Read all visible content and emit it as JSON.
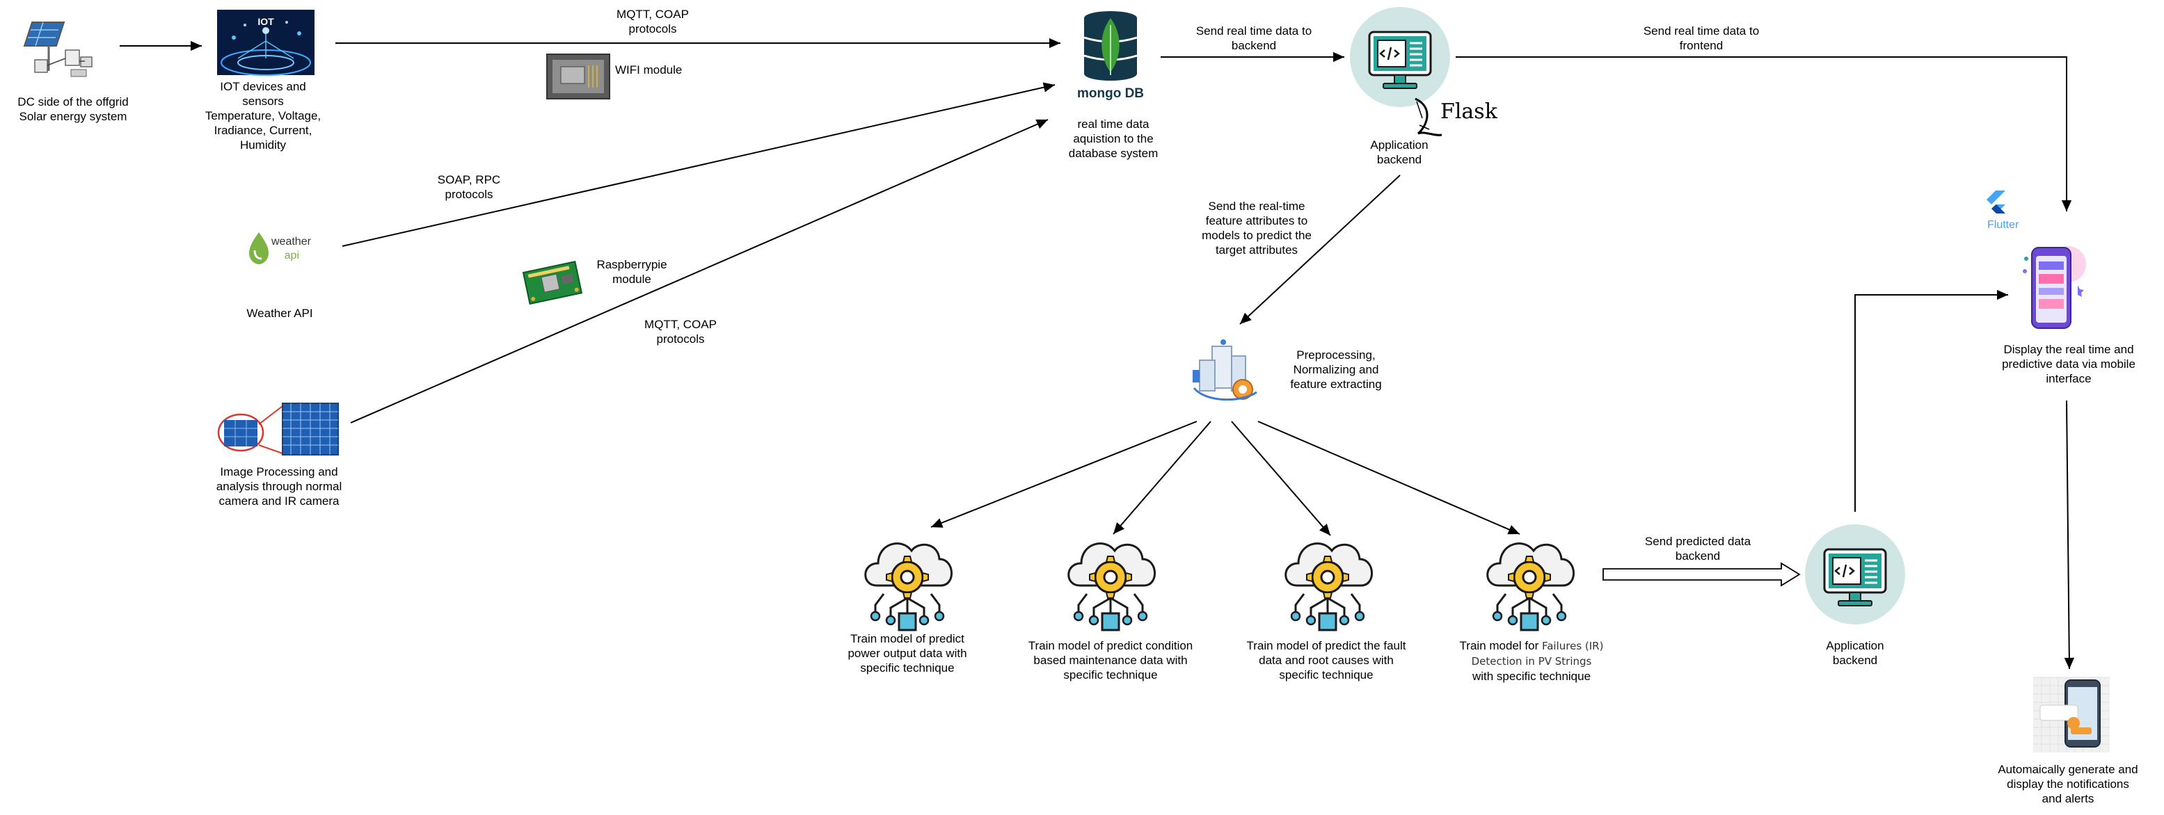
{
  "nodes": {
    "solar": {
      "label": "DC side of the offgrid\nSolar energy system",
      "icon": "solar-panel-icon"
    },
    "iot": {
      "label": "IOT devices and\nsensors\nTemperature, Voltage,\nIradiance, Current,\nHumidity",
      "icon": "iot-network-icon",
      "badge": "IOT"
    },
    "mongodb": {
      "label": "real time data\naquistion to the\ndatabase system",
      "icon": "mongodb-icon",
      "logo_text": "mongo DB"
    },
    "flask_backend": {
      "label": "Application\nbackend",
      "icon": "monitor-code-icon",
      "logo_text": "Flask"
    },
    "weather_api": {
      "label": "Weather API",
      "icon": "weather-api-logo",
      "logo_text_1": "weather",
      "logo_text_2": "api"
    },
    "raspberry": {
      "icon": "raspberry-pi-board-icon"
    },
    "wifi_module": {
      "icon": "wifi-module-icon"
    },
    "image_processing": {
      "label": "Image Processing and\nanalysis through normal\ncamera and IR camera",
      "icon": "pv-panel-ir-icon"
    },
    "preprocessing": {
      "label": "Preprocessing,\nNormalizing and\nfeature extracting",
      "icon": "data-processing-icon"
    },
    "model_power": {
      "label": "Train model of predict\npower output data with\nspecific technique",
      "icon": "cloud-gear-icon"
    },
    "model_maintenance": {
      "label": "Train model of predict condition\nbased maintenance data with\nspecific technique",
      "icon": "cloud-gear-icon"
    },
    "model_fault": {
      "label": "Train model of predict the fault\ndata and root causes with\nspecific technique",
      "icon": "cloud-gear-icon"
    },
    "model_ir": {
      "label_prefix": "Train model for ",
      "label_highlight": "Failures (IR)\nDetection in PV Strings",
      "label_suffix": "with specific technique",
      "icon": "cloud-gear-icon"
    },
    "app_backend_2": {
      "label": "Application\nbackend",
      "icon": "monitor-code-icon"
    },
    "flutter": {
      "label": "Display the real time and\npredictive data via mobile\ninterface",
      "icon": "mobile-app-icon",
      "logo_text": "Flutter"
    },
    "notifications": {
      "label": "Automaically generate and\ndisplay the notifications\nand alerts",
      "icon": "phone-notification-icon"
    }
  },
  "edges": {
    "mqtt_top": "MQTT, COAP\nprotocols",
    "wifi": "WIFI module",
    "soap": "SOAP, RPC\nprotocols",
    "raspberry": "Raspberrypie\nmodule",
    "mqtt_bottom": "MQTT, COAP\nprotocols",
    "send_backend": "Send real time data to\nbackend",
    "send_frontend": "Send real time data to\nfrontend",
    "send_features": "Send the real-time\nfeature attributes to\nmodels to predict the\ntarget attributes",
    "send_predicted": "Send predicted data\nbackend"
  },
  "colors": {
    "line": "#000000",
    "teal_circle": "#cfe6e4",
    "monitor": "#26a69a",
    "mongo_green": "#3fa037",
    "mongo_dark": "#13384a",
    "gear_yellow": "#f7c32e",
    "cube_blue": "#5bc0de",
    "flutter_blue": "#42a5f5",
    "weather_green": "#7cb342",
    "ir_red": "#d9382c",
    "panel_blue": "#1f5fb3"
  }
}
